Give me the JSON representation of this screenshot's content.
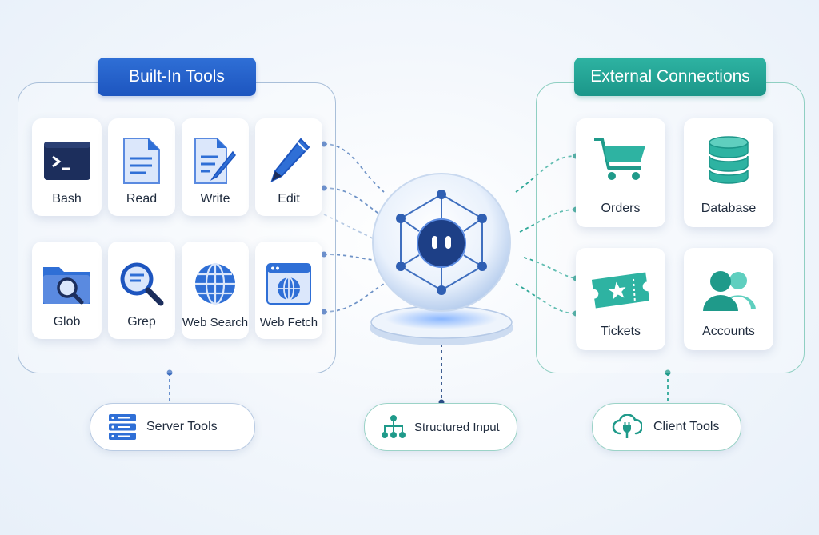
{
  "left_panel": {
    "title": "Built-In Tools",
    "tools": [
      {
        "label": "Bash",
        "icon": "terminal-icon"
      },
      {
        "label": "Read",
        "icon": "document-icon"
      },
      {
        "label": "Write",
        "icon": "write-document-icon"
      },
      {
        "label": "Edit",
        "icon": "pencil-icon"
      },
      {
        "label": "Glob",
        "icon": "folder-search-icon"
      },
      {
        "label": "Grep",
        "icon": "magnifier-icon"
      },
      {
        "label": "Web Search",
        "icon": "globe-icon"
      },
      {
        "label": "Web Fetch",
        "icon": "browser-globe-icon"
      }
    ]
  },
  "right_panel": {
    "title": "External Connections",
    "connections": [
      {
        "label": "Orders",
        "icon": "shopping-cart-icon"
      },
      {
        "label": "Database",
        "icon": "database-icon"
      },
      {
        "label": "Tickets",
        "icon": "ticket-icon"
      },
      {
        "label": "Accounts",
        "icon": "users-icon"
      }
    ]
  },
  "bottom": {
    "server_tools": "Server Tools",
    "structured_input": "Structured Input",
    "client_tools": "Client Tools"
  },
  "colors": {
    "primary_blue": "#1d55bf",
    "teal": "#1b9689",
    "icon_blue": "#2f6fd6",
    "dark_navy": "#1c2e5c"
  }
}
